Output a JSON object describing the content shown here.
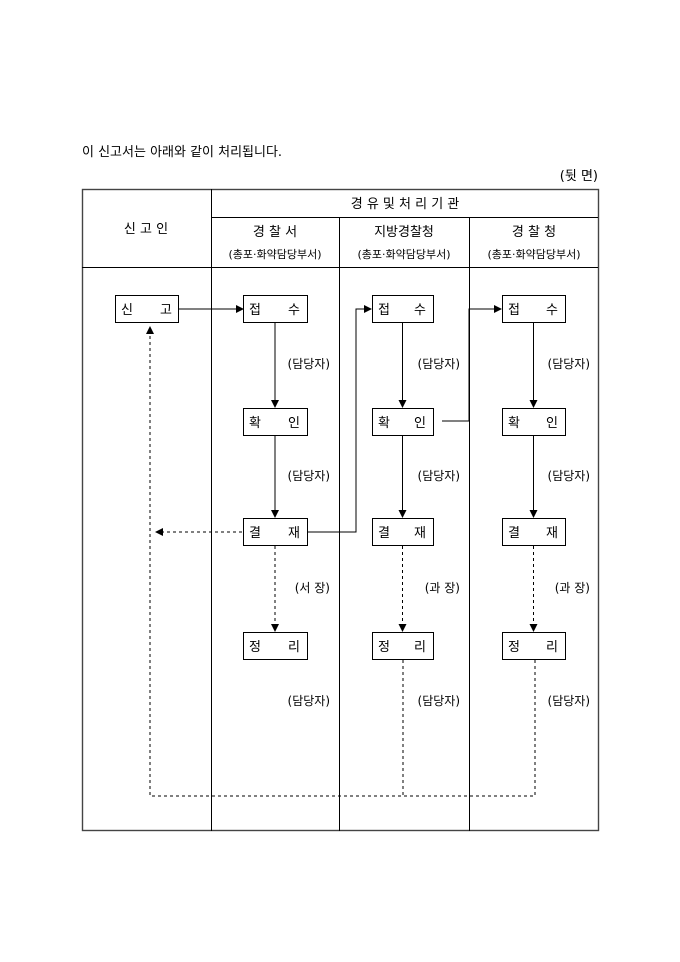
{
  "intro": "이 신고서는 아래와 같이 처리됩니다.",
  "page_side": "(뒷 면)",
  "header": {
    "reporter": "신 고 인",
    "agencies_title": "경 유 및 처 리 기 관",
    "columns": [
      {
        "name": "경 찰 서",
        "dept": "(총포·화약담당부서)"
      },
      {
        "name": "지방경찰청",
        "dept": "(총포·화약담당부서)"
      },
      {
        "name": "경 찰 청",
        "dept": "(총포·화약담당부서)"
      }
    ]
  },
  "flow": {
    "report": "신 고",
    "steps": [
      "접 수",
      "확 인",
      "결 재",
      "정 리"
    ],
    "columns": [
      {
        "roles": [
          "(담당자)",
          "(담당자)",
          "(서  장)",
          "(담당자)"
        ]
      },
      {
        "roles": [
          "(담당자)",
          "(담당자)",
          "(과  장)",
          "(담당자)"
        ]
      },
      {
        "roles": [
          "(담당자)",
          "(담당자)",
          "(과  장)",
          "(담당자)"
        ]
      }
    ]
  }
}
